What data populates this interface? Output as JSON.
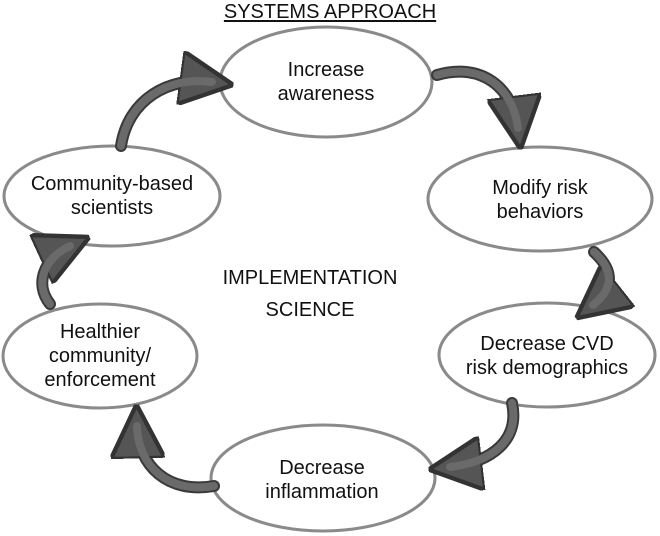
{
  "title": "SYSTEMS APPROACH",
  "center": {
    "line1": "IMPLEMENTATION",
    "line2": "SCIENCE"
  },
  "nodes": [
    {
      "text": "Increase\nawareness"
    },
    {
      "text": "Modify risk\nbehaviors"
    },
    {
      "text": "Decrease CVD\nrisk demographics"
    },
    {
      "text": "Decrease\ninflammation"
    },
    {
      "text": "Healthier\ncommunity/\nenforcement"
    },
    {
      "text": "Community-based\nscientists"
    }
  ],
  "colors": {
    "ellipse_fill": "#ffffff",
    "ellipse_stroke": "#8a8a8a",
    "arrow": "#666666",
    "arrow_outline": "#3a3a3a"
  }
}
